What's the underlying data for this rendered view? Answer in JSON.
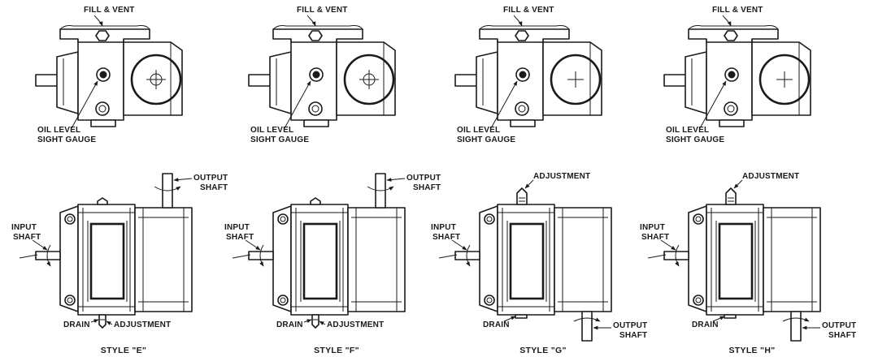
{
  "top_row": [
    {
      "fill_vent": "FILL & VENT",
      "oil_level": "OIL LEVEL",
      "sight_gauge": "SIGHT GAUGE",
      "window": "cross-circle"
    },
    {
      "fill_vent": "FILL & VENT",
      "oil_level": "OIL LEVEL",
      "sight_gauge": "SIGHT GAUGE",
      "window": "cross-circle"
    },
    {
      "fill_vent": "FILL & VENT",
      "oil_level": "OIL LEVEL",
      "sight_gauge": "SIGHT GAUGE",
      "window": "plain-cross"
    },
    {
      "fill_vent": "FILL & VENT",
      "oil_level": "OIL LEVEL",
      "sight_gauge": "SIGHT GAUGE",
      "window": "plain-cross"
    }
  ],
  "bottom_row": [
    {
      "style": "STYLE \"E\"",
      "input_1": "INPUT",
      "input_2": "SHAFT",
      "output_1": "OUTPUT",
      "output_2": "SHAFT",
      "output_position": "top",
      "drain": "DRAIN",
      "adjustment": "ADJUSTMENT",
      "adjustment_position": "bottom"
    },
    {
      "style": "STYLE \"F\"",
      "input_1": "INPUT",
      "input_2": "SHAFT",
      "output_1": "OUTPUT",
      "output_2": "SHAFT",
      "output_position": "top",
      "drain": "DRAIN",
      "adjustment": "ADJUSTMENT",
      "adjustment_position": "bottom"
    },
    {
      "style": "STYLE \"G\"",
      "input_1": "INPUT",
      "input_2": "SHAFT",
      "output_1": "OUTPUT",
      "output_2": "SHAFT",
      "output_position": "bottom",
      "drain": "DRAIN",
      "adjustment": "ADJUSTMENT",
      "adjustment_position": "top"
    },
    {
      "style": "STYLE \"H\"",
      "input_1": "INPUT",
      "input_2": "SHAFT",
      "output_1": "OUTPUT",
      "output_2": "SHAFT",
      "output_position": "bottom",
      "drain": "DRAIN",
      "adjustment": "ADJUSTMENT",
      "adjustment_position": "top"
    }
  ],
  "colors": {
    "ink": "#1a1a1a",
    "paper": "#ffffff"
  }
}
